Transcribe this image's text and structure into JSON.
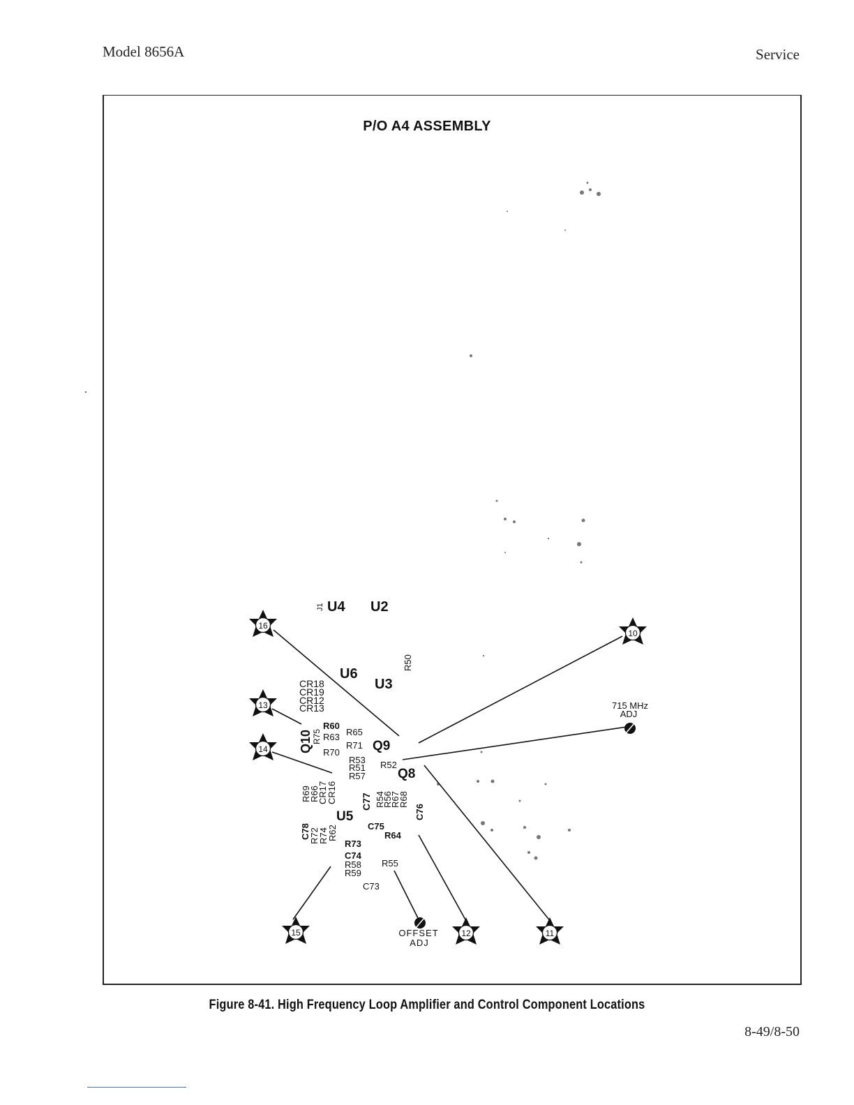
{
  "header": {
    "model": "Model 8656A",
    "section": "Service"
  },
  "assembly_title": "P/O A4 ASSEMBLY",
  "components": {
    "j1": "J1",
    "u4": "U4",
    "u2": "U2",
    "r50": "R50",
    "u6": "U6",
    "u3": "U3",
    "cr18": "CR18",
    "cr19": "CR19",
    "cr12": "CR12",
    "cr13": "CR13",
    "r60": "R60",
    "r65": "R65",
    "q10": "Q10",
    "r75": "R75",
    "r63": "R63",
    "r71": "R71",
    "q9": "Q9",
    "r70": "R70",
    "r53": "R53",
    "r51": "R51",
    "r57": "R57",
    "r52": "R52",
    "q8": "Q8",
    "r69": "R69",
    "r66": "R66",
    "cr17": "CR17",
    "cr16": "CR16",
    "c77": "C77",
    "r54": "R54",
    "r56": "R56",
    "r67": "R67",
    "r68": "R68",
    "c76": "C76",
    "u5": "U5",
    "c75": "C75",
    "r64": "R64",
    "c78": "C78",
    "r72": "R72",
    "r74": "R74",
    "r62": "R62",
    "r73": "R73",
    "c74": "C74",
    "r58": "R58",
    "r59": "R59",
    "r55": "R55",
    "c73": "C73"
  },
  "adjustments": {
    "mhz_715": {
      "line1": "715 MHz",
      "line2": "ADJ"
    },
    "offset": {
      "line1": "OFFSET",
      "line2": "ADJ"
    }
  },
  "test_points": [
    "16",
    "13",
    "14",
    "15",
    "10",
    "12",
    "11"
  ],
  "caption": "Figure 8-41.  High Frequency Loop Amplifier and Control Component Locations",
  "page_number": "8-49/8-50",
  "colors": {
    "ink": "#111111",
    "footer_rule": "#4a6fb5"
  }
}
